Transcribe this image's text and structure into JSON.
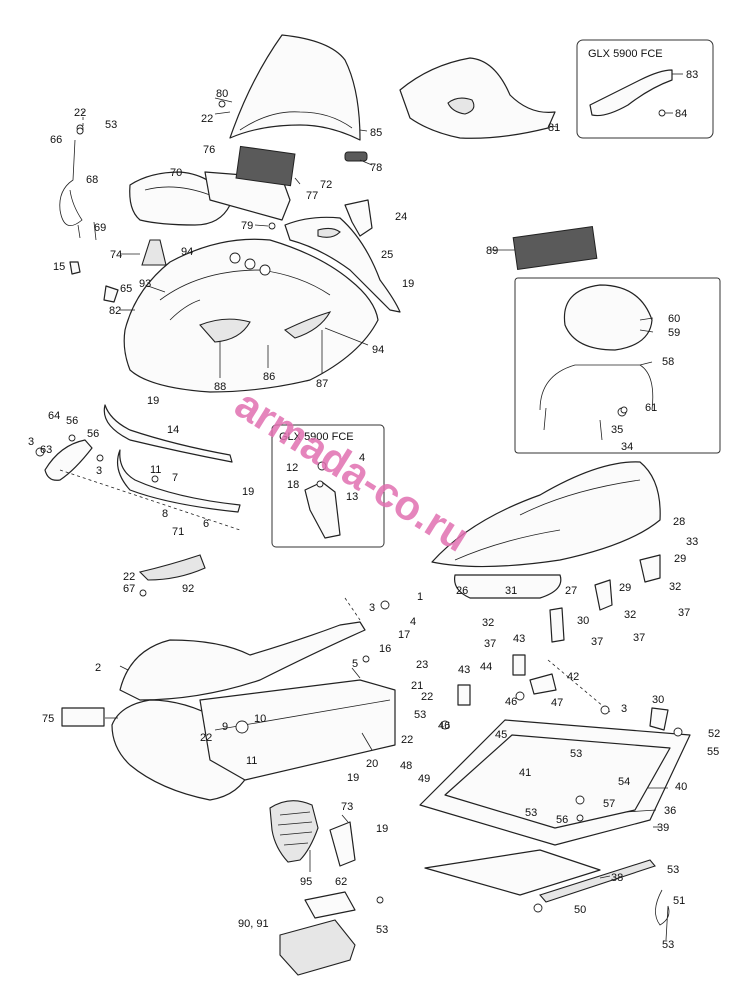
{
  "diagram": {
    "watermark": "armada-co.ru",
    "insets": {
      "top_right_title": "GLX 5900 FCE",
      "middle_title": "GLX 5900 FCE"
    },
    "callouts": {
      "c1": "1",
      "c2": "2",
      "c3a": "3",
      "c3b": "3",
      "c3c": "3",
      "c3d": "3",
      "c4a": "4",
      "c4b": "4",
      "c5": "5",
      "c6": "6",
      "c7": "7",
      "c8": "8",
      "c9": "9",
      "c10": "10",
      "c11a": "11",
      "c11b": "11",
      "c12": "12",
      "c13": "13",
      "c14": "14",
      "c15": "15",
      "c16": "16",
      "c17": "17",
      "c18": "18",
      "c19a": "19",
      "c19b": "19",
      "c19c": "19",
      "c19d": "19",
      "c19e": "19",
      "c20": "20",
      "c21": "21",
      "c22a": "22",
      "c22b": "22",
      "c22c": "22",
      "c22d": "22",
      "c22e": "22",
      "c22f": "22",
      "c23": "23",
      "c24": "24",
      "c25": "25",
      "c26": "26",
      "c27": "27",
      "c28": "28",
      "c29a": "29",
      "c29b": "29",
      "c30a": "30",
      "c30b": "30",
      "c31": "31",
      "c32a": "32",
      "c32b": "32",
      "c32c": "32",
      "c33": "33",
      "c34": "34",
      "c35": "35",
      "c36": "36",
      "c37a": "37",
      "c37b": "37",
      "c37c": "37",
      "c37d": "37",
      "c38": "38",
      "c39": "39",
      "c40": "40",
      "c41": "41",
      "c42": "42",
      "c43a": "43",
      "c43b": "43",
      "c44": "44",
      "c45": "45",
      "c46a": "46",
      "c46b": "46",
      "c47": "47",
      "c48": "48",
      "c49": "49",
      "c50": "50",
      "c51": "51",
      "c52": "52",
      "c53a": "53",
      "c53b": "53",
      "c53c": "53",
      "c53d": "53",
      "c53e": "53",
      "c53f": "53",
      "c53g": "53",
      "c54": "54",
      "c55": "55",
      "c56a": "56",
      "c56b": "56",
      "c56c": "56",
      "c57": "57",
      "c58": "58",
      "c59": "59",
      "c60": "60",
      "c61": "61",
      "c62": "62",
      "c63": "63",
      "c64": "64",
      "c65": "65",
      "c66": "66",
      "c67": "67",
      "c68": "68",
      "c69": "69",
      "c70": "70",
      "c71": "71",
      "c72": "72",
      "c73": "73",
      "c74": "74",
      "c75": "75",
      "c76": "76",
      "c77": "77",
      "c78": "78",
      "c79": "79",
      "c80": "80",
      "c81": "81",
      "c82": "82",
      "c83": "83",
      "c84": "84",
      "c85": "85",
      "c86": "86",
      "c87": "87",
      "c88": "88",
      "c89": "89",
      "c9091": "90, 91",
      "c92": "92",
      "c93": "93",
      "c94a": "94",
      "c94b": "94",
      "c95": "95"
    }
  }
}
